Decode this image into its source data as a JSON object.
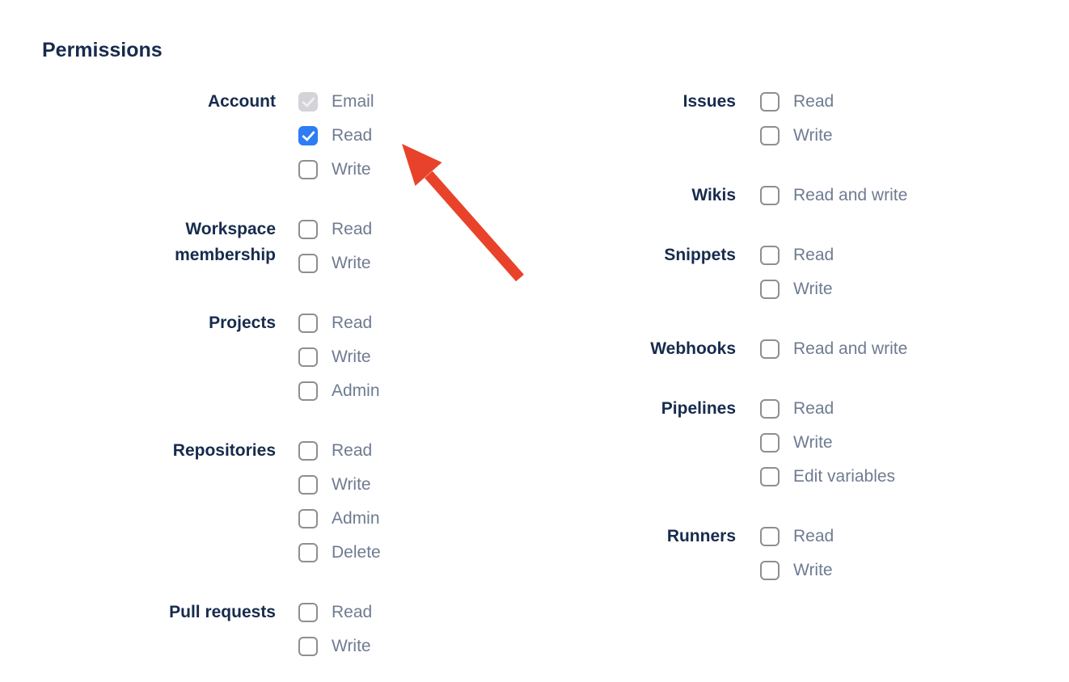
{
  "permissions": {
    "heading": "Permissions",
    "left_column": [
      {
        "label": "Account",
        "options": [
          {
            "label": "Email",
            "state": "disabled-checked"
          },
          {
            "label": "Read",
            "state": "checked"
          },
          {
            "label": "Write",
            "state": "unchecked"
          }
        ]
      },
      {
        "label": "Workspace membership",
        "options": [
          {
            "label": "Read",
            "state": "unchecked"
          },
          {
            "label": "Write",
            "state": "unchecked"
          }
        ]
      },
      {
        "label": "Projects",
        "options": [
          {
            "label": "Read",
            "state": "unchecked"
          },
          {
            "label": "Write",
            "state": "unchecked"
          },
          {
            "label": "Admin",
            "state": "unchecked"
          }
        ]
      },
      {
        "label": "Repositories",
        "options": [
          {
            "label": "Read",
            "state": "unchecked"
          },
          {
            "label": "Write",
            "state": "unchecked"
          },
          {
            "label": "Admin",
            "state": "unchecked"
          },
          {
            "label": "Delete",
            "state": "unchecked"
          }
        ]
      },
      {
        "label": "Pull requests",
        "options": [
          {
            "label": "Read",
            "state": "unchecked"
          },
          {
            "label": "Write",
            "state": "unchecked"
          }
        ]
      }
    ],
    "right_column": [
      {
        "label": "Issues",
        "options": [
          {
            "label": "Read",
            "state": "unchecked"
          },
          {
            "label": "Write",
            "state": "unchecked"
          }
        ]
      },
      {
        "label": "Wikis",
        "options": [
          {
            "label": "Read and write",
            "state": "unchecked"
          }
        ]
      },
      {
        "label": "Snippets",
        "options": [
          {
            "label": "Read",
            "state": "unchecked"
          },
          {
            "label": "Write",
            "state": "unchecked"
          }
        ]
      },
      {
        "label": "Webhooks",
        "options": [
          {
            "label": "Read and write",
            "state": "unchecked"
          }
        ]
      },
      {
        "label": "Pipelines",
        "options": [
          {
            "label": "Read",
            "state": "unchecked"
          },
          {
            "label": "Write",
            "state": "unchecked"
          },
          {
            "label": "Edit variables",
            "state": "unchecked"
          }
        ]
      },
      {
        "label": "Runners",
        "options": [
          {
            "label": "Read",
            "state": "unchecked"
          },
          {
            "label": "Write",
            "state": "unchecked"
          }
        ]
      }
    ]
  },
  "annotation": {
    "arrow_color": "#e8432a"
  },
  "colors": {
    "heading_text": "#172b4d",
    "group_label_text": "#172b4d",
    "option_text": "#6e7b91",
    "checkbox_checked_bg": "#2e7cf6",
    "checkbox_disabled_bg": "#d4d4d8",
    "checkbox_border": "#8e8e93"
  }
}
